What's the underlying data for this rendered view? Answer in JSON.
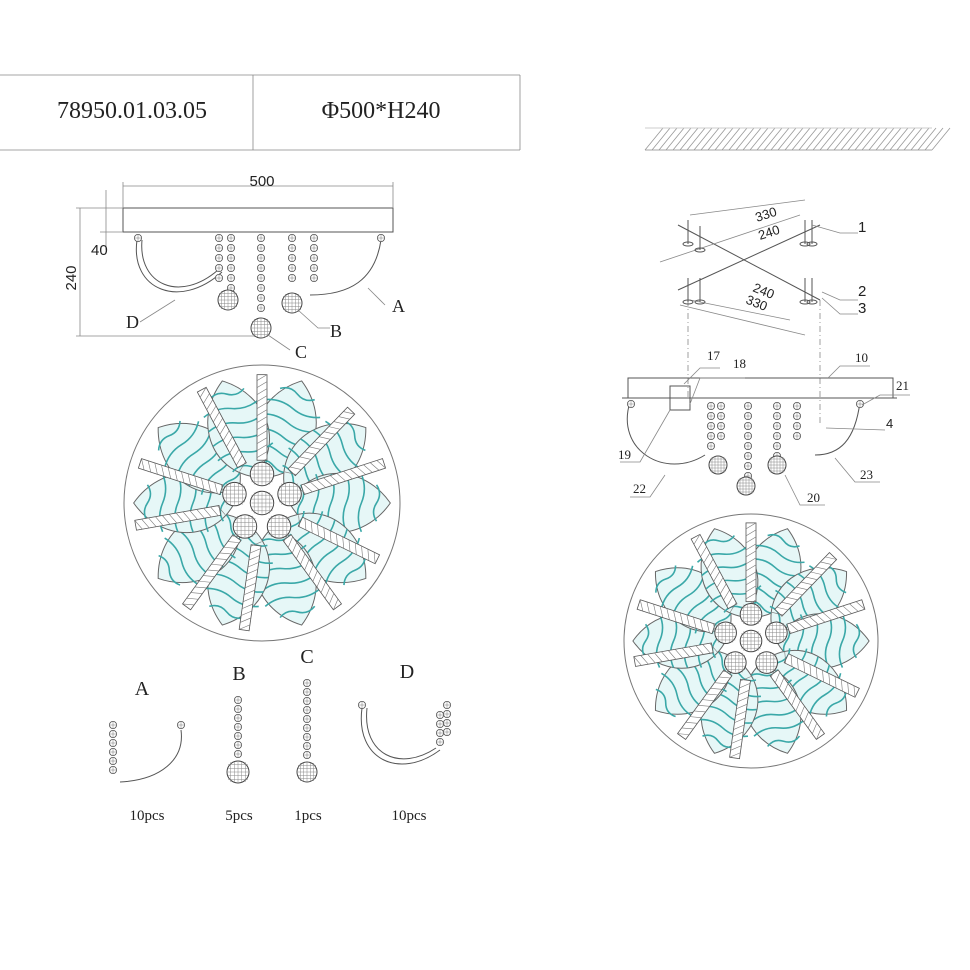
{
  "header": {
    "model_code": "78950.01.03.05",
    "size": "Φ500*H240"
  },
  "side_view": {
    "dim_width": "500",
    "dim_height": "240",
    "dim_plate": "40",
    "labels": {
      "a": "A",
      "b": "B",
      "c": "C",
      "d": "D"
    }
  },
  "bracket": {
    "dim_long_top": "330",
    "dim_short_top": "240",
    "dim_short_bottom": "240",
    "dim_long_bottom": "330"
  },
  "callouts": [
    "1",
    "2",
    "3",
    "4",
    "10",
    "17",
    "18",
    "19",
    "20",
    "21",
    "22",
    "23"
  ],
  "parts": [
    {
      "label": "A",
      "count": "10pcs"
    },
    {
      "label": "B",
      "count": "5pcs"
    },
    {
      "label": "C",
      "count": "1pcs"
    },
    {
      "label": "D",
      "count": "10pcs"
    }
  ],
  "colors": {
    "line": "#555555",
    "petal_fill": "#e6f7f7",
    "petal_vein": "#3aa8a8"
  }
}
